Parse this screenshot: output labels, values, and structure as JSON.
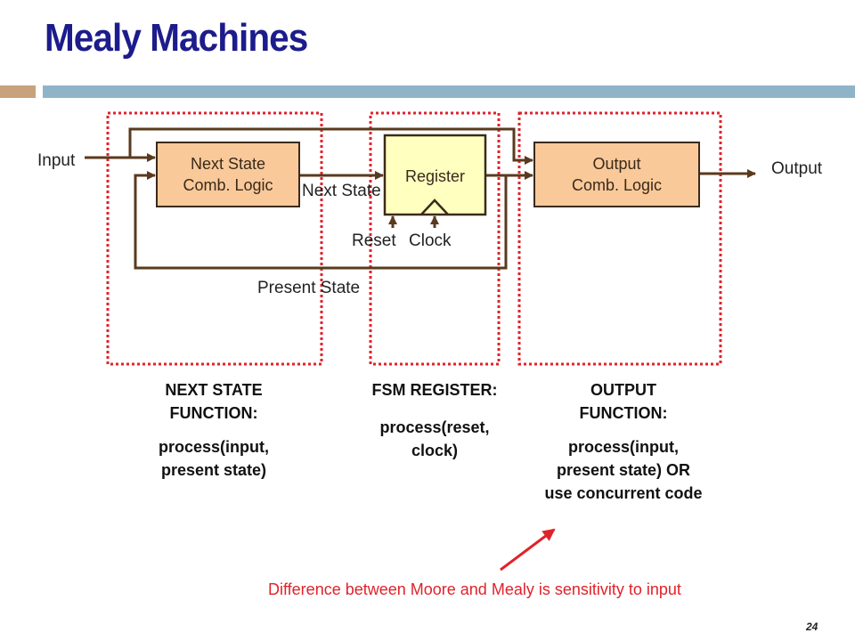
{
  "slide": {
    "title": "Mealy Machines",
    "page_number": "24"
  },
  "diagram": {
    "input_label": "Input",
    "output_label": "Output",
    "next_state_label": "Next State",
    "present_state_label": "Present State",
    "reset_label": "Reset",
    "clock_label": "Clock",
    "blocks": {
      "next_state_logic": [
        "Next State",
        "Comb. Logic"
      ],
      "register": "Register",
      "output_logic": [
        "Output",
        "Comb. Logic"
      ]
    }
  },
  "sections": {
    "next_state": {
      "heading": [
        "NEXT STATE",
        "FUNCTION:"
      ],
      "body": [
        "process(input,",
        "present state)"
      ]
    },
    "fsm_register": {
      "heading": [
        "FSM REGISTER:"
      ],
      "body": [
        "process(reset,",
        "clock)"
      ]
    },
    "output": {
      "heading": [
        "OUTPUT",
        "FUNCTION:"
      ],
      "body": [
        "process(input,",
        "present state) OR",
        "use concurrent code"
      ]
    }
  },
  "note": "Difference between Moore and Mealy is sensitivity to input",
  "colors": {
    "title": "#1c1c8c",
    "block_fill": "#f9c99a",
    "register_fill": "#ffffc0",
    "dotted_border": "#e0222a",
    "wire": "#5a3a1e",
    "note": "#e0222a"
  }
}
